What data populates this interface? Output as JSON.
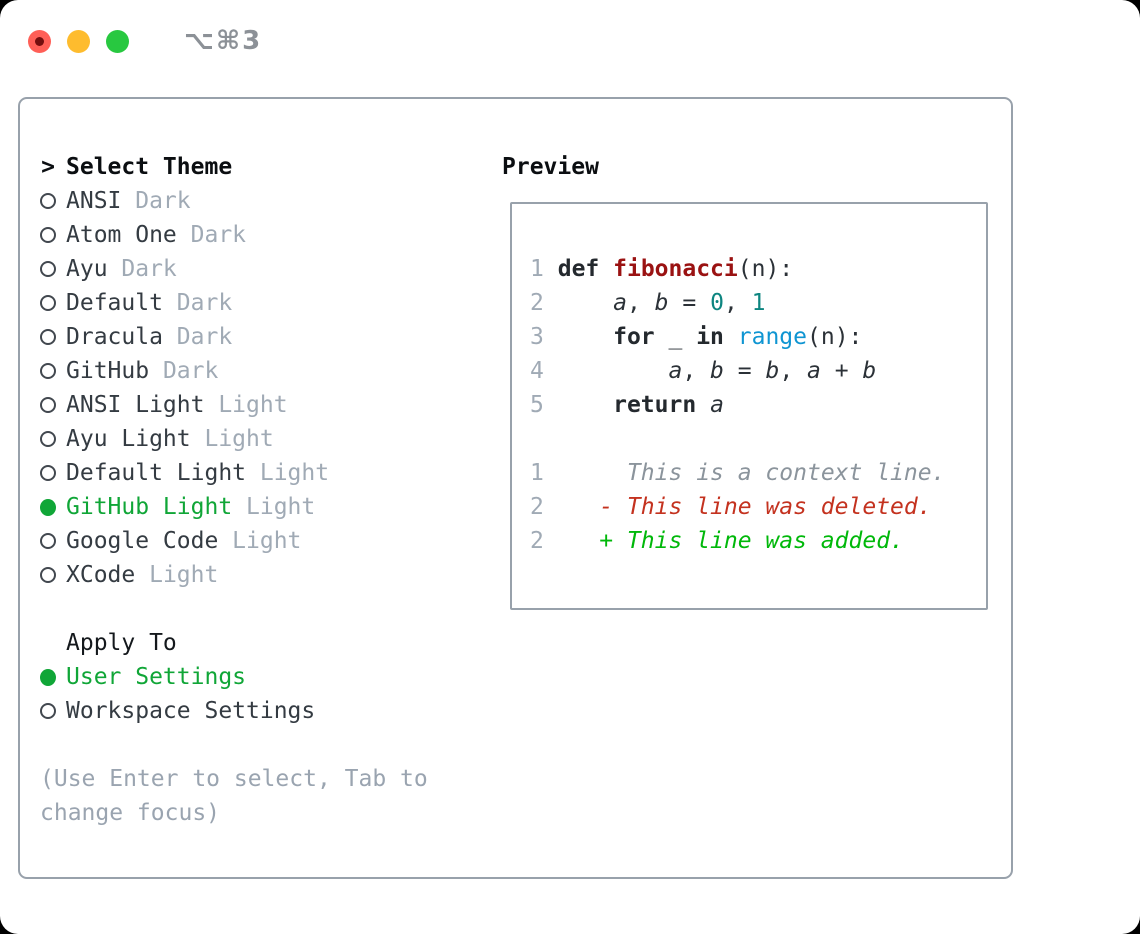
{
  "window": {
    "shortcut_label": "⌥⌘3"
  },
  "traffic_lights": {
    "close_color": "#ff5f57",
    "minimize_color": "#febc2e",
    "zoom_color": "#28c840"
  },
  "theme_selector": {
    "prompt": ">",
    "title": "Select Theme",
    "themes": [
      {
        "name": "ANSI",
        "variant": "Dark",
        "selected": false
      },
      {
        "name": "Atom One",
        "variant": "Dark",
        "selected": false
      },
      {
        "name": "Ayu",
        "variant": "Dark",
        "selected": false
      },
      {
        "name": "Default",
        "variant": "Dark",
        "selected": false
      },
      {
        "name": "Dracula",
        "variant": "Dark",
        "selected": false
      },
      {
        "name": "GitHub",
        "variant": "Dark",
        "selected": false
      },
      {
        "name": "ANSI Light",
        "variant": "Light",
        "selected": false
      },
      {
        "name": "Ayu Light",
        "variant": "Light",
        "selected": false
      },
      {
        "name": "Default Light",
        "variant": "Light",
        "selected": false
      },
      {
        "name": "GitHub Light",
        "variant": "Light",
        "selected": true
      },
      {
        "name": "Google Code",
        "variant": "Light",
        "selected": false
      },
      {
        "name": "XCode",
        "variant": "Light",
        "selected": false
      }
    ],
    "apply_to": {
      "title": "Apply To",
      "options": [
        {
          "label": "User Settings",
          "selected": true
        },
        {
          "label": "Workspace Settings",
          "selected": false
        }
      ]
    },
    "hint": "(Use Enter to select, Tab to change focus)"
  },
  "preview": {
    "title": "Preview",
    "lines": [
      [
        {
          "c": "ln",
          "t": "1"
        },
        {
          "c": "pln",
          "t": " "
        },
        {
          "c": "kw",
          "t": "def"
        },
        {
          "c": "pln",
          "t": " "
        },
        {
          "c": "fn",
          "t": "fibonacci"
        },
        {
          "c": "pln",
          "t": "(n):"
        }
      ],
      [
        {
          "c": "ln",
          "t": "2"
        },
        {
          "c": "pln",
          "t": "     "
        },
        {
          "c": "var",
          "t": "a"
        },
        {
          "c": "pln",
          "t": ", "
        },
        {
          "c": "var",
          "t": "b"
        },
        {
          "c": "pln",
          "t": " = "
        },
        {
          "c": "num",
          "t": "0"
        },
        {
          "c": "pln",
          "t": ", "
        },
        {
          "c": "num",
          "t": "1"
        }
      ],
      [
        {
          "c": "ln",
          "t": "3"
        },
        {
          "c": "pln",
          "t": "     "
        },
        {
          "c": "kw",
          "t": "for"
        },
        {
          "c": "pln",
          "t": " _ "
        },
        {
          "c": "kw",
          "t": "in"
        },
        {
          "c": "pln",
          "t": " "
        },
        {
          "c": "blt",
          "t": "range"
        },
        {
          "c": "pln",
          "t": "(n):"
        }
      ],
      [
        {
          "c": "ln",
          "t": "4"
        },
        {
          "c": "pln",
          "t": "         "
        },
        {
          "c": "var",
          "t": "a"
        },
        {
          "c": "pln",
          "t": ", "
        },
        {
          "c": "var",
          "t": "b"
        },
        {
          "c": "pln",
          "t": " = "
        },
        {
          "c": "var",
          "t": "b"
        },
        {
          "c": "pln",
          "t": ", "
        },
        {
          "c": "var",
          "t": "a"
        },
        {
          "c": "pln",
          "t": " + "
        },
        {
          "c": "var",
          "t": "b"
        }
      ],
      [
        {
          "c": "ln",
          "t": "5"
        },
        {
          "c": "pln",
          "t": "     "
        },
        {
          "c": "kw",
          "t": "return"
        },
        {
          "c": "pln",
          "t": " "
        },
        {
          "c": "var",
          "t": "a"
        }
      ],
      [],
      [
        {
          "c": "ln",
          "t": "1"
        },
        {
          "c": "pln",
          "t": "      "
        },
        {
          "c": "ctx",
          "t": "This is a context line."
        }
      ],
      [
        {
          "c": "ln",
          "t": "2"
        },
        {
          "c": "pln",
          "t": "    "
        },
        {
          "c": "del",
          "t": "- This line was deleted."
        }
      ],
      [
        {
          "c": "ln",
          "t": "2"
        },
        {
          "c": "pln",
          "t": "    "
        },
        {
          "c": "add",
          "t": "+ This line was added."
        }
      ]
    ]
  },
  "colors": {
    "selection_green": "#10a637",
    "added_green": "#00b80a",
    "deleted_red": "#c4321f",
    "builtin_blue": "#0f95d2",
    "number_teal": "#0d8580",
    "function_red": "#9a1212",
    "muted_gray": "#a0aab5",
    "border_gray": "#98a1ab"
  }
}
